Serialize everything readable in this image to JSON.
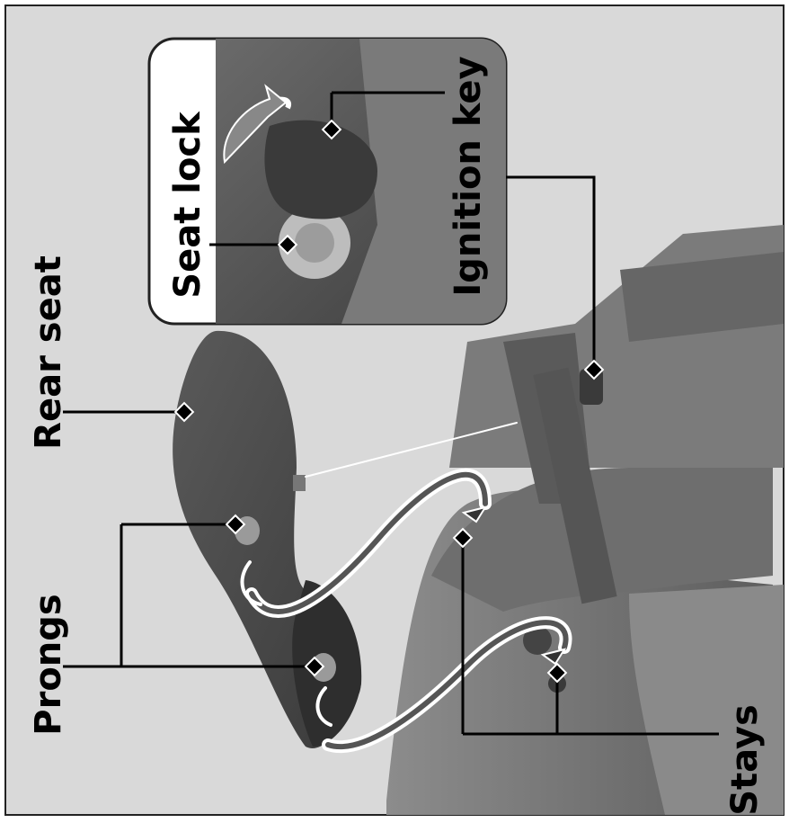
{
  "labels": {
    "rear_seat": "Rear seat",
    "prongs": "Prongs",
    "stays": "Stays",
    "seat_lock": "Seat lock",
    "ignition_key": "Ignition key"
  },
  "colors": {
    "frame_background": "#d9d9d9",
    "part_dark": "#4a4a4a",
    "part_mid": "#7a7a7a",
    "inset_border": "#222222",
    "leader_line": "#000000"
  }
}
